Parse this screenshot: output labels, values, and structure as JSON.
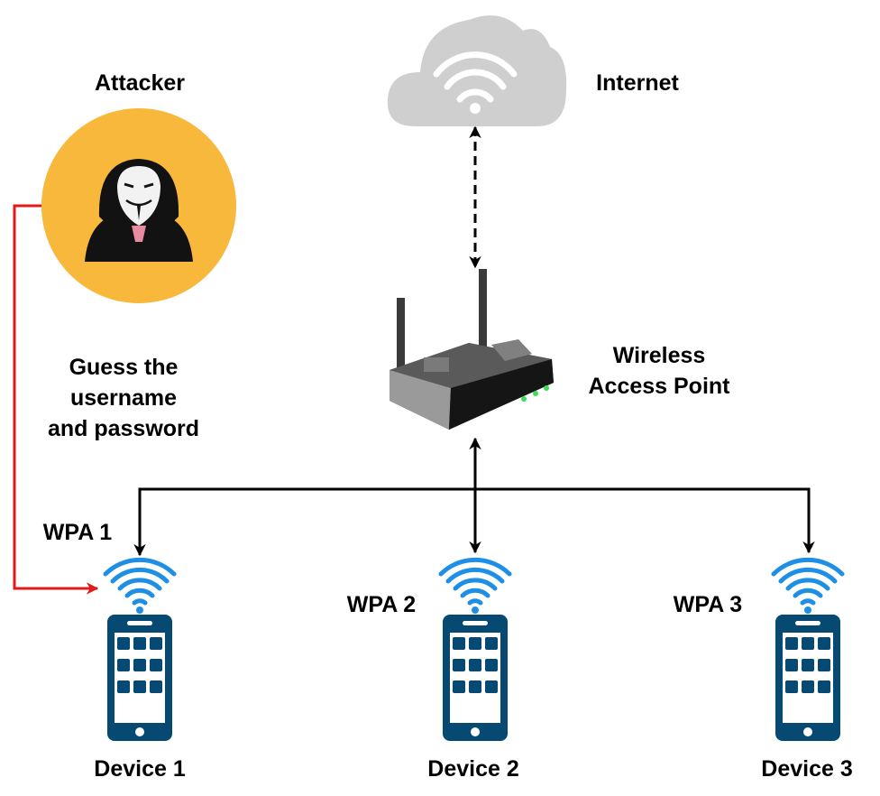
{
  "labels": {
    "attacker": "Attacker",
    "internet": "Internet",
    "ap_line1": "Wireless",
    "ap_line2": "Access Point",
    "guess_line1": "Guess the",
    "guess_line2": "username",
    "guess_line3": "and password",
    "wpa1": "WPA 1",
    "wpa2": "WPA 2",
    "wpa3": "WPA 3",
    "device1": "Device 1",
    "device2": "Device 2",
    "device3": "Device 3"
  },
  "colors": {
    "attack_line": "#e11919",
    "wifi": "#1e8fe6",
    "phone": "#064a73",
    "attacker_bg": "#f8b83c",
    "cloud": "#cfcfcf"
  },
  "icons": [
    "cloud-wifi-icon",
    "hacker-icon",
    "router-icon",
    "wifi-icon",
    "smartphone-icon"
  ]
}
